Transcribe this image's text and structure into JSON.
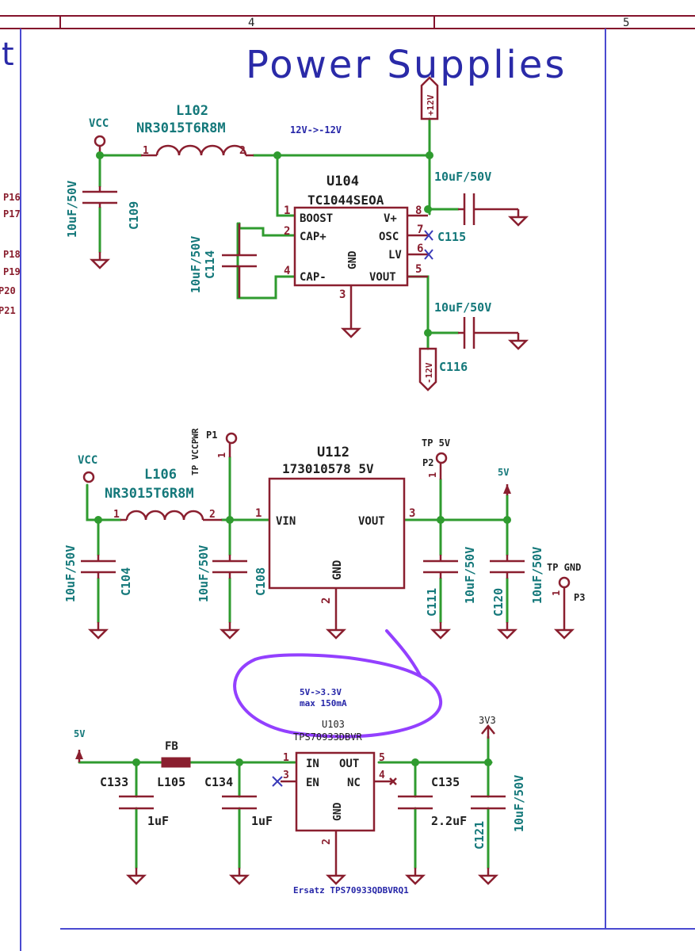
{
  "sheet": {
    "column_labels": [
      "4",
      "5"
    ],
    "left_edge_text": "t",
    "left_pins": [
      "P16",
      "P17",
      "P18",
      "P19",
      "P20",
      "P21"
    ]
  },
  "title": "Power Supplies",
  "colors": {
    "wire": "#2f9b2f",
    "component": "#8a1f2f",
    "label": "#14787a",
    "annotation": "#9340ff"
  },
  "section1": {
    "note": "12V->-12V",
    "vcc": "VCC",
    "inductor": {
      "ref": "L102",
      "value": "NR3015T6R8M",
      "pin1": "1",
      "pin2": "2"
    },
    "c109": {
      "ref": "C109",
      "value": "10uF/50V"
    },
    "c114": {
      "ref": "C114",
      "value": "10uF/50V"
    },
    "ic": {
      "ref": "U104",
      "value": "TC1044SEOA",
      "pins": {
        "boost": "BOOST",
        "capp": "CAP+",
        "capm": "CAP-",
        "gnd": "GND",
        "vplus": "V+",
        "osc": "OSC",
        "lv": "LV",
        "vout": "VOUT"
      },
      "pin_numbers": {
        "boost": "1",
        "capp": "2",
        "capm": "4",
        "gnd": "3",
        "vplus": "8",
        "osc": "7",
        "lv": "6",
        "vout": "5"
      }
    },
    "c115": {
      "ref": "C115",
      "value": "10uF/50V"
    },
    "c116": {
      "ref": "C116",
      "value": "10uF/50V"
    },
    "plus12": "+12V",
    "minus12": "-12V"
  },
  "section2": {
    "vcc": "VCC",
    "inductor": {
      "ref": "L106",
      "value": "NR3015T6R8M",
      "pin1": "1",
      "pin2": "2"
    },
    "p1": {
      "ref": "P1",
      "label": "TP VCCPWR",
      "pin": "1"
    },
    "c104": {
      "ref": "C104",
      "value": "10uF/50V"
    },
    "c108": {
      "ref": "C108",
      "value": "10uF/50V"
    },
    "ic": {
      "ref": "U112",
      "value": "173010578 5V",
      "vin": "VIN",
      "vout": "VOUT",
      "gnd": "GND",
      "pin_vin": "1",
      "pin_vout": "3",
      "pin_gnd": "2"
    },
    "p2": {
      "ref": "P2",
      "label": "TP 5V",
      "pin": "1"
    },
    "c111": {
      "ref": "C111",
      "value": "10uF/50V"
    },
    "c120": {
      "ref": "C120",
      "value": "10uF/50V"
    },
    "supply": "5V",
    "p3": {
      "ref": "P3",
      "label": "TP GND",
      "pin": "1"
    }
  },
  "section3": {
    "note_line1": "5V->3.3V",
    "note_line2": "max 150mA",
    "supply_in": "5V",
    "fb": {
      "ref": "L105",
      "value": "FB"
    },
    "c133": {
      "ref": "C133",
      "value": "1uF"
    },
    "c134": {
      "ref": "C134",
      "value": "1uF"
    },
    "ic": {
      "ref": "U103",
      "value": "TPS70933DBVR",
      "in": "IN",
      "en": "EN",
      "out": "OUT",
      "nc": "NC",
      "gnd": "GND",
      "pin_in": "1",
      "pin_en": "3",
      "pin_out": "5",
      "pin_nc": "4",
      "pin_gnd": "2"
    },
    "c135": {
      "ref": "C135",
      "value": "2.2uF"
    },
    "c121": {
      "ref": "C121",
      "value": "10uF/50V"
    },
    "supply_out": "3V3",
    "ersatz": "Ersatz  TPS70933QDBVRQ1"
  }
}
